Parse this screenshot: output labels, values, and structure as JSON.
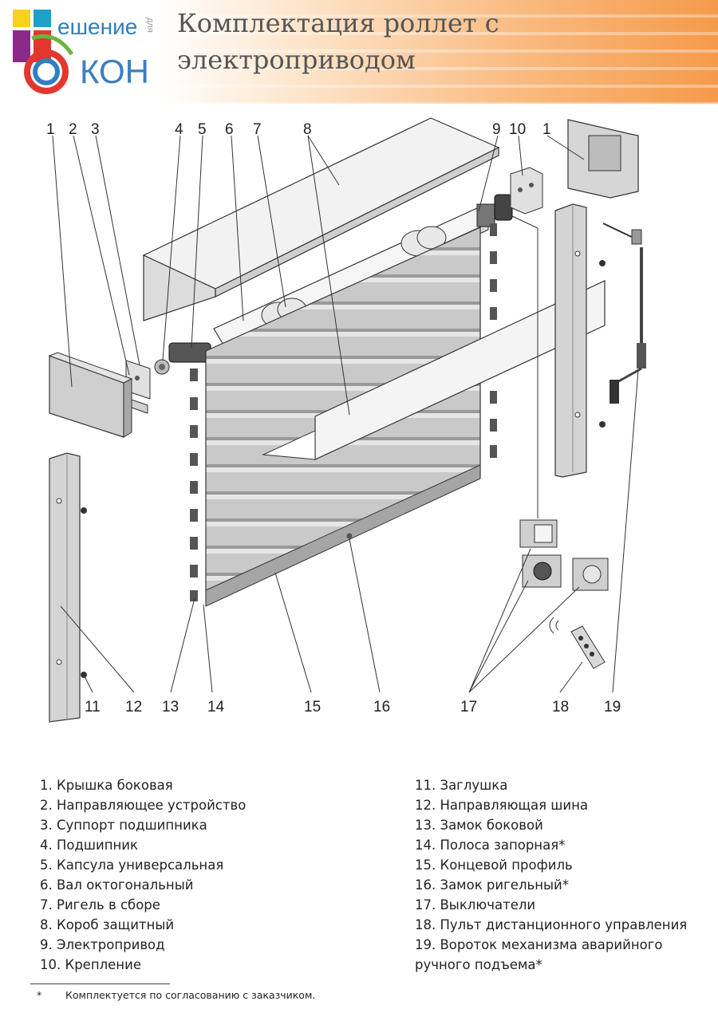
{
  "header": {
    "title": "Комплектация роллет с электроприводом",
    "logo_word1": "ешение",
    "logo_small": "для",
    "logo_word2": "КОН"
  },
  "diagram": {
    "callouts_top": [
      "1",
      "2",
      "3",
      "4",
      "5",
      "6",
      "7",
      "8",
      "9",
      "10",
      "1"
    ],
    "callouts_bottom": [
      "11",
      "12",
      "13",
      "14",
      "15",
      "16",
      "17",
      "18",
      "19"
    ]
  },
  "legend": {
    "left": [
      "1. Крышка боковая",
      "2. Направляющее устройство",
      "3. Суппорт подшипника",
      "4. Подшипник",
      "5. Капсула универсальная",
      "6. Вал октогональный",
      "7. Ригель в сборе",
      "8. Короб защитный",
      "9. Электропривод",
      "10. Крепление"
    ],
    "right": [
      "11. Заглушка",
      "12. Направляющая шина",
      "13. Замок боковой",
      "14. Полоса запорная*",
      "15. Концевой профиль",
      "16. Замок ригельный*",
      "17. Выключатели",
      "18. Пульт дистанционного управления",
      "19. Вороток механизма аварийного",
      "ручного подъема*"
    ]
  },
  "footnote": {
    "mark": "*",
    "text": "Комплектуется по согласованию с заказчиком."
  },
  "colors": {
    "accent_orange": "#f59a4a",
    "logo_blue": "#2f7fc1",
    "part_gray": "#c8c8c8"
  }
}
